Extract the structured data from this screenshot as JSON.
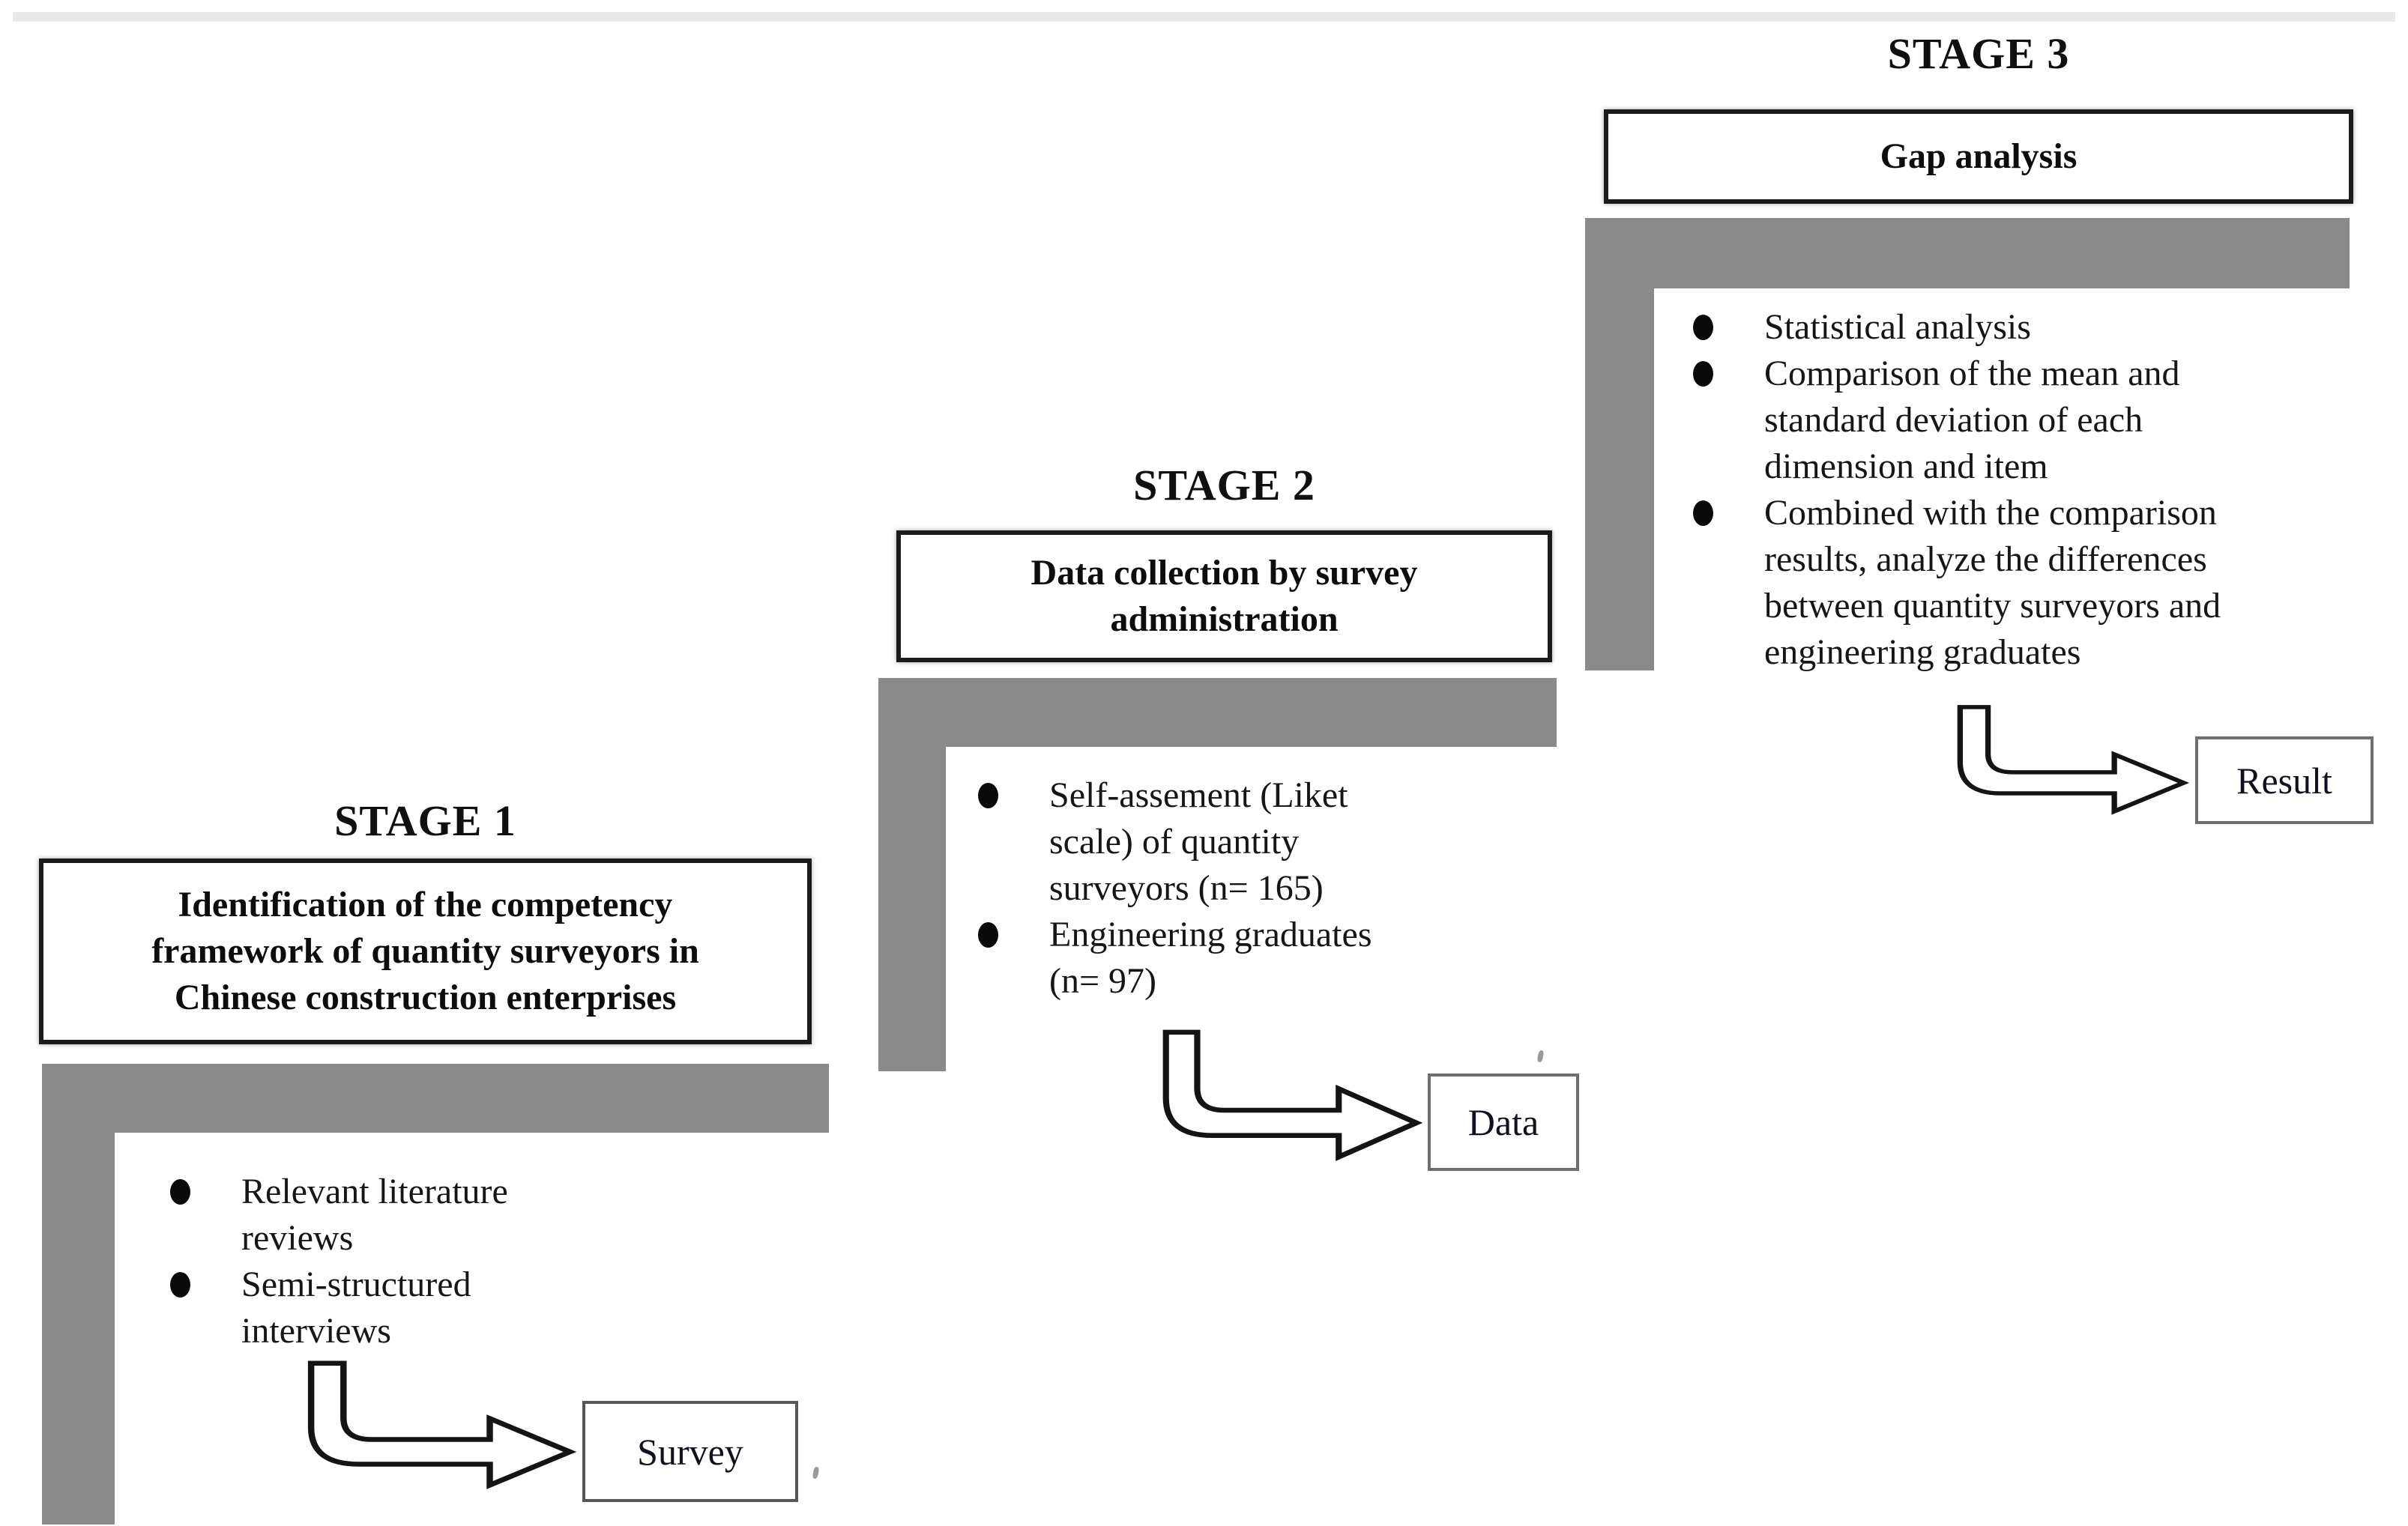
{
  "colors": {
    "background": "#ffffff",
    "bar_gray": "#8a8a8a",
    "top_strip_gray": "#e9e9e9",
    "heading_box_border": "#1b1b1b",
    "output_box_border": "#6e6e6e",
    "text": "#141414"
  },
  "stages": [
    {
      "title": "STAGE 1",
      "heading": "Identification of the competency framework of quantity surveyors in Chinese construction enterprises",
      "bullets": [
        "Relevant literature reviews",
        "Semi-structured interviews"
      ],
      "arrow_icon": "elbow-arrow-icon",
      "output_label": "Survey"
    },
    {
      "title": "STAGE 2",
      "heading": "Data collection by survey administration",
      "bullets": [
        "Self-assement (Liket scale) of quantity surveyors (n= 165)",
        "Engineering graduates (n= 97)"
      ],
      "arrow_icon": "elbow-arrow-icon",
      "output_label": "Data"
    },
    {
      "title": "STAGE 3",
      "heading": "Gap analysis",
      "bullets": [
        "Statistical analysis",
        "Comparison of the mean and standard deviation of each dimension and item",
        "Combined with the comparison results, analyze the differences between quantity surveyors and engineering graduates"
      ],
      "arrow_icon": "elbow-arrow-icon",
      "output_label": "Result"
    }
  ]
}
